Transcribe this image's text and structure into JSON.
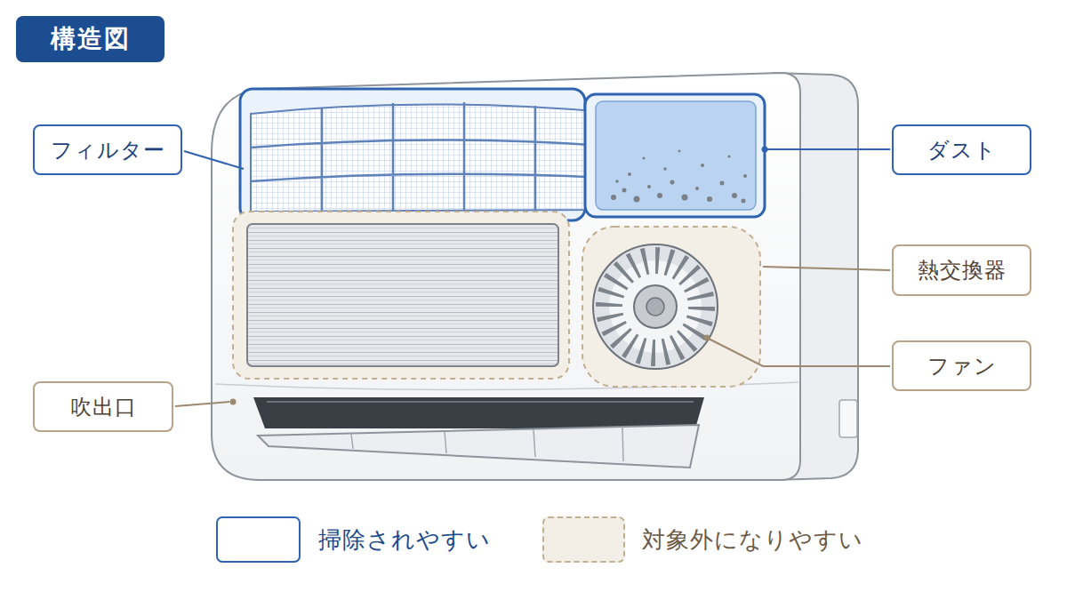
{
  "diagram": {
    "title": "構造図",
    "nodes": [
      {
        "text": [
          "フィルター"
        ]
      },
      {
        "text": [
          "ダスト"
        ]
      },
      {
        "text": [
          "熱交換器"
        ]
      },
      {
        "text": [
          "ファン"
        ]
      },
      {
        "text": [
          "吹出口"
        ]
      }
    ],
    "legend": [
      {
        "text": "掃除されやすい"
      },
      {
        "text": "対象外になりやすい"
      }
    ]
  }
}
